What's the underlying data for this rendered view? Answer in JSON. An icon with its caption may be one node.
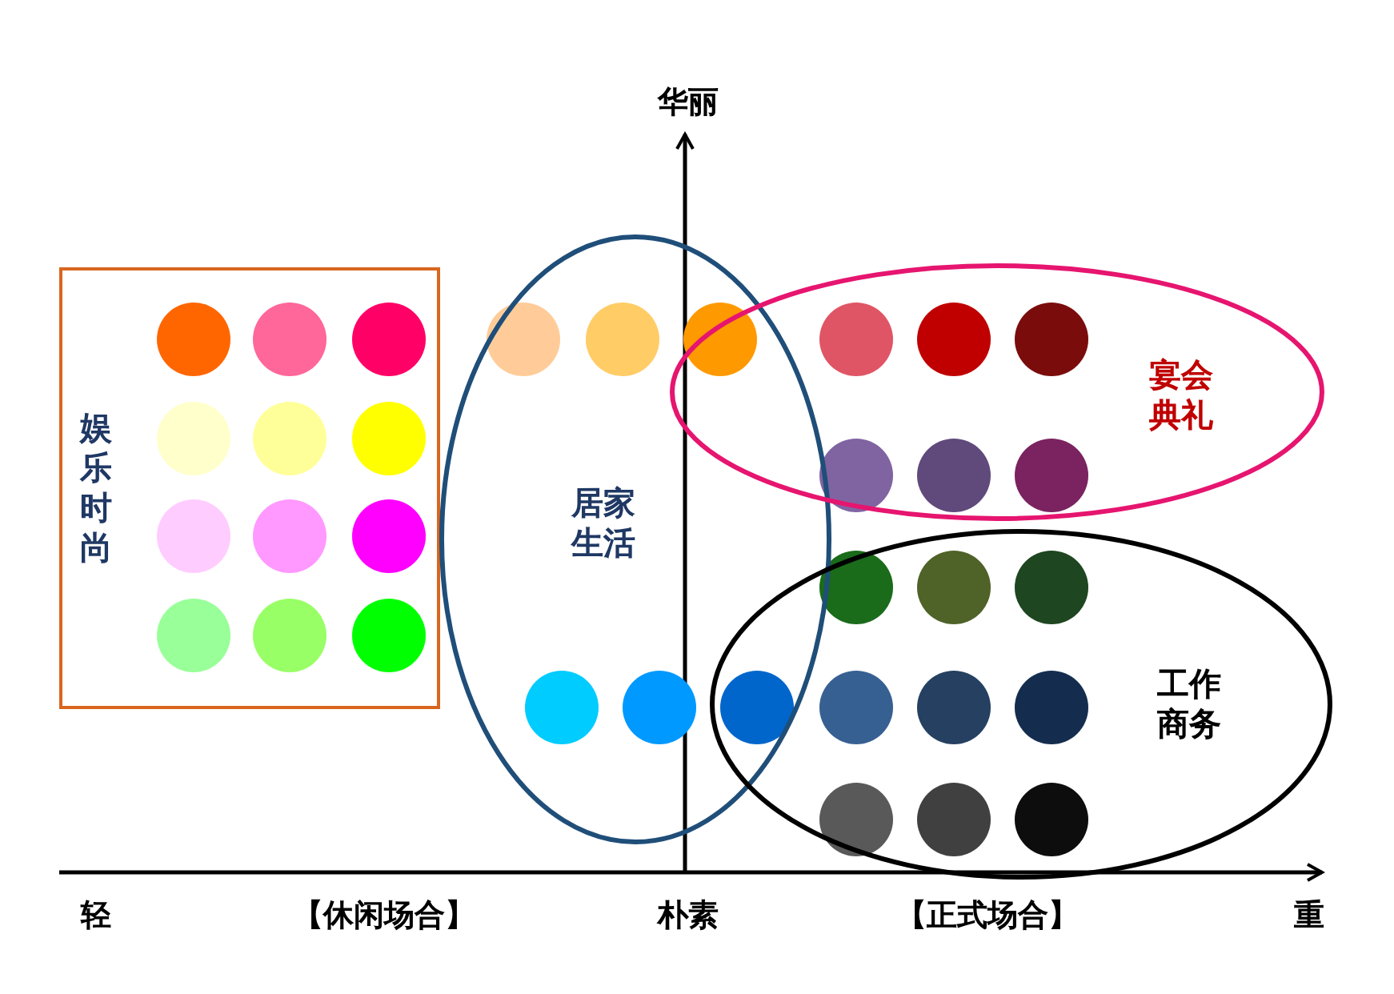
{
  "diagram": {
    "nodes": [
      {
        "text": [
          "娱乐时尚"
        ]
      },
      {
        "text": [
          "居家生活"
        ]
      },
      {
        "text": [
          "宴会典礼"
        ]
      },
      {
        "text": [
          "工作商务"
        ]
      }
    ],
    "labels": [
      "华丽",
      "轻",
      "【休闲场合】",
      "朴素",
      "【正式场合】",
      "重"
    ]
  }
}
